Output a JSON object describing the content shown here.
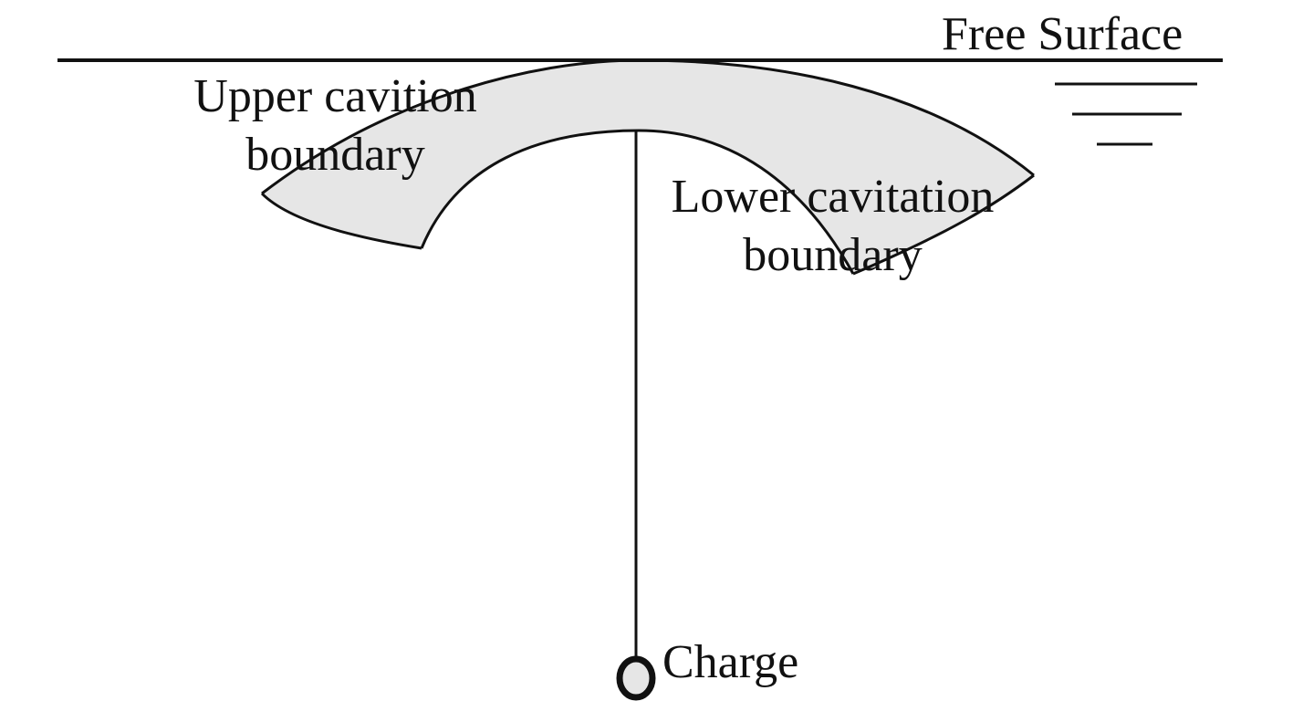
{
  "labels": {
    "free_surface": "Free Surface",
    "upper_boundary": {
      "line1": "Upper cavition",
      "line2": "boundary"
    },
    "lower_boundary": {
      "line1": "Lower cavitation",
      "line2": "boundary"
    },
    "charge": "Charge"
  },
  "colors": {
    "line": "#111111",
    "cavitation_fill": "#e6e6e6",
    "background": "#ffffff"
  }
}
